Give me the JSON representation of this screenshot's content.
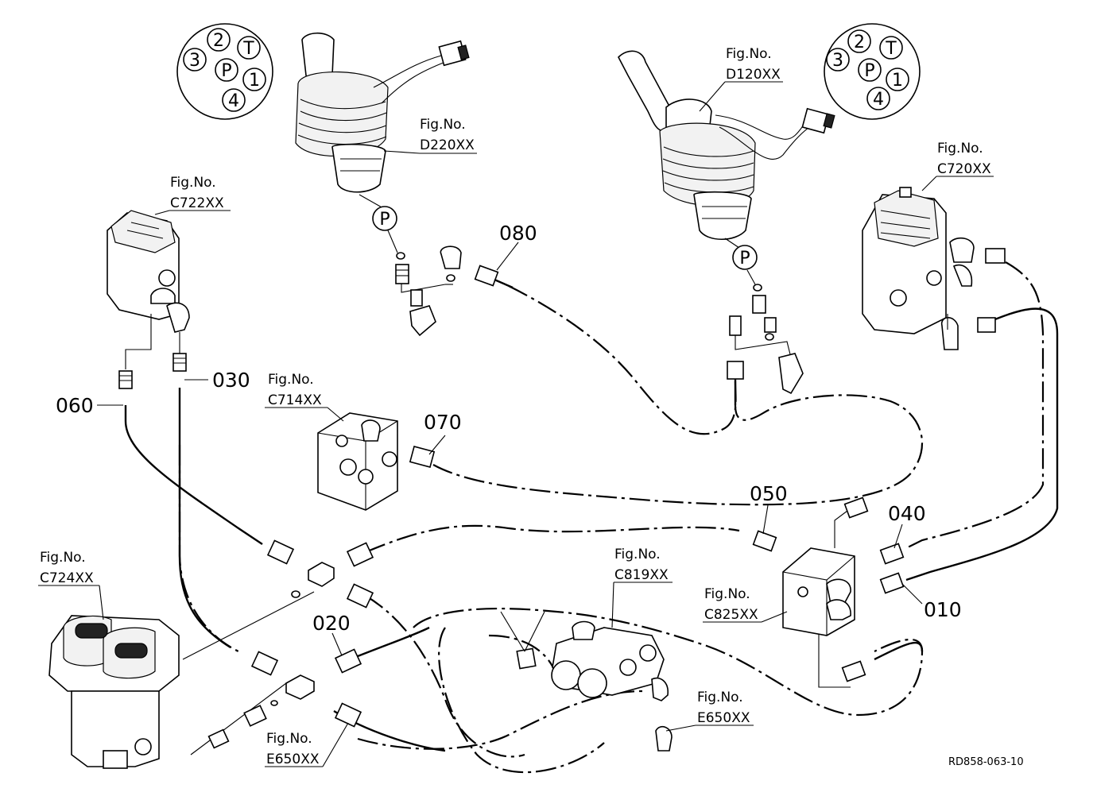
{
  "figure_refs": {
    "joystick_left": [
      "Fig.No.",
      "D220XX"
    ],
    "joystick_right": [
      "Fig.No.",
      "D120XX"
    ],
    "pilot_valve_left": [
      "Fig.No.",
      "C722XX"
    ],
    "control_valve_right": [
      "Fig.No.",
      "C720XX"
    ],
    "block_center": [
      "Fig.No.",
      "C714XX"
    ],
    "pedal_valve": [
      "Fig.No.",
      "C724XX"
    ],
    "solenoid_valve": [
      "Fig.No.",
      "C819XX"
    ],
    "manifold_right": [
      "Fig.No.",
      "C825XX"
    ],
    "fitting_bottom_right": [
      "Fig.No.",
      "E650XX"
    ],
    "fitting_bottom_left": [
      "Fig.No.",
      "E650XX"
    ]
  },
  "part_numbers": {
    "p010": "010",
    "p020": "020",
    "p030": "030",
    "p040": "040",
    "p050": "050",
    "p060": "060",
    "p070": "070",
    "p080": "080"
  },
  "port_markers": {
    "left": "P",
    "right": "P"
  },
  "port_diagrams": {
    "left": {
      "p2": "2",
      "pT": "T",
      "p3": "3",
      "pP": "P",
      "p1": "1",
      "p4": "4"
    },
    "right": {
      "p2": "2",
      "pT": "T",
      "p3": "3",
      "pP": "P",
      "p1": "1",
      "p4": "4"
    }
  },
  "drawing_code": "RD858-063-10"
}
